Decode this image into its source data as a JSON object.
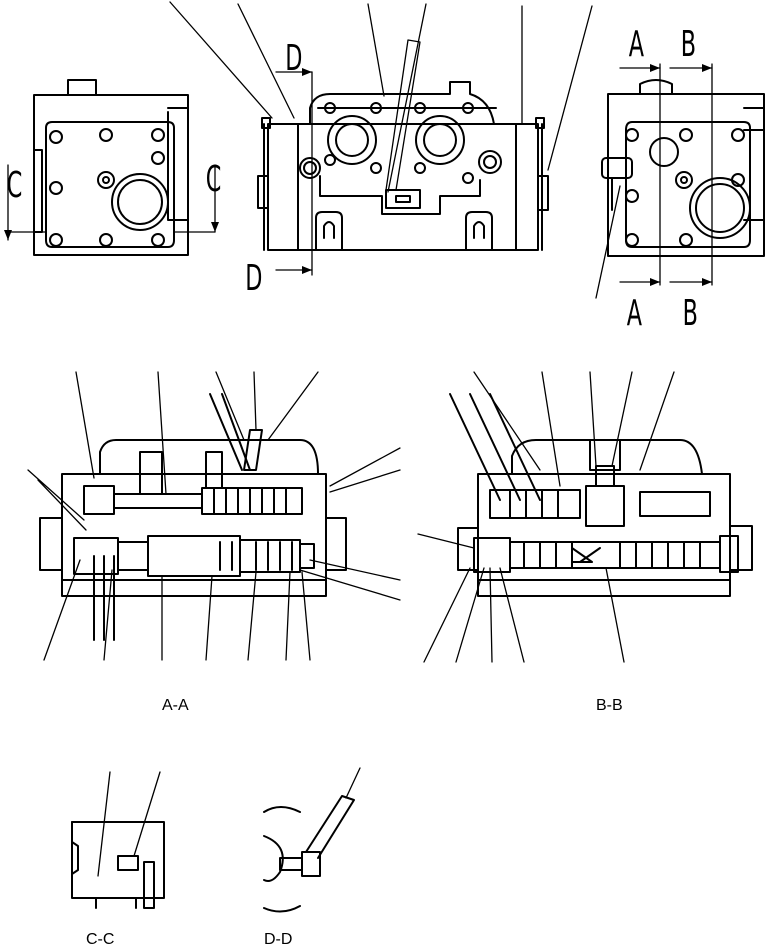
{
  "section_markers": {
    "a_top": "A",
    "a_bottom": "A",
    "b_top": "B",
    "b_bottom": "B",
    "c_left": "C",
    "c_right": "C",
    "d_top": "D",
    "d_bottom": "D"
  },
  "captions": {
    "aa": "A-A",
    "bb": "B-B",
    "cc": "C-C",
    "dd": "D-D"
  }
}
